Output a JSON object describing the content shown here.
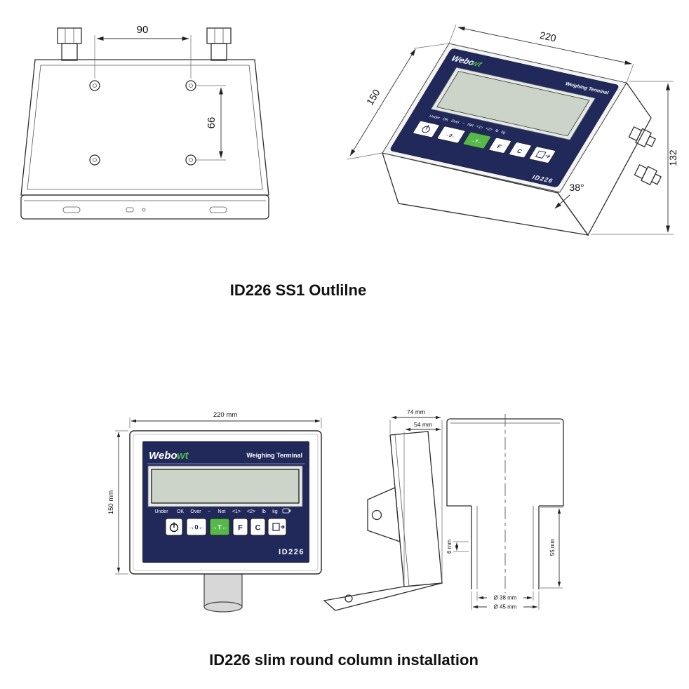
{
  "captions": {
    "outline": "ID226 SS1 Outlilne",
    "installation": "ID226 slim round column installation"
  },
  "colors": {
    "panel_navy": "#20295a",
    "brand_green": "#55b748",
    "button_green": "#56b848",
    "display": "#ccd4ca"
  },
  "panel": {
    "brand_webo": "Webo",
    "brand_wt": "wt",
    "subtitle": "Weighing Terminal",
    "model": "ID226",
    "indicator_row": "Under   OK   Over   ~   Net   <1>   <2>   lb   kg",
    "indicators": [
      "Under",
      "OK",
      "Over",
      "~",
      "Net",
      "<1>",
      "<2>",
      "lb",
      "kg"
    ],
    "buttons": {
      "power": "power-icon",
      "zero": "→0←",
      "tare": "→T←",
      "f": "F",
      "c": "C",
      "print": "print-icon"
    }
  },
  "outline_drawing": {
    "back_view": {
      "dim_hole_spacing_x": "90",
      "dim_hole_spacing_y": "66"
    },
    "iso_view": {
      "dim_width": "220",
      "dim_depth": "150",
      "dim_height": "132",
      "dim_angle": "38°"
    }
  },
  "installation_drawing": {
    "front_view": {
      "dim_width": "220 mm",
      "dim_height": "150 mm"
    },
    "side_view": {
      "dim_depth_total": "74 mm",
      "dim_depth_body": "54 mm"
    },
    "column_view": {
      "dim_insert": "55 mm",
      "dim_wall": "6 mm",
      "dim_inner_dia": "Ø 38 mm",
      "dim_outer_dia": "Ø 45 mm"
    }
  }
}
